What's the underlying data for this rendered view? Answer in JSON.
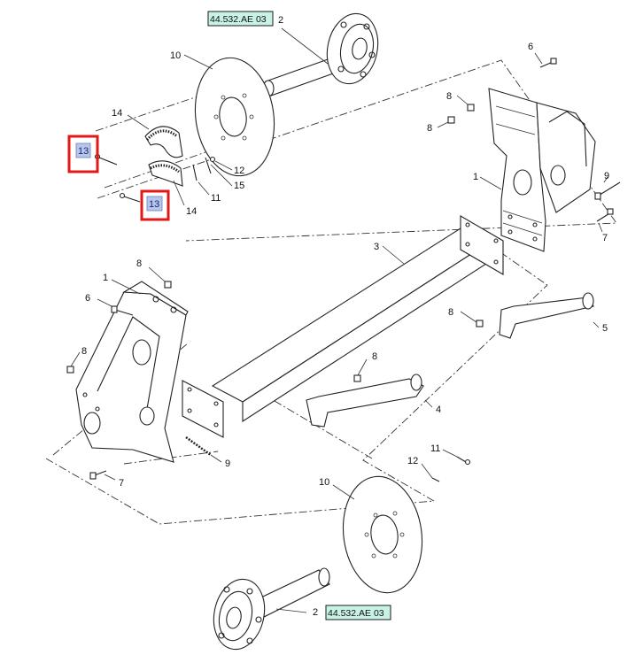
{
  "diagram": {
    "references": {
      "top": "44.532.AE 03",
      "bottom": "44.532.AE 03"
    },
    "highlighted": {
      "a": "13",
      "b": "13"
    },
    "callouts": {
      "hub_top": "2",
      "hub_bottom": "2",
      "disc_top": "10",
      "disc_bottom": "10",
      "ring_upper": "14",
      "ring_lower": "14",
      "screw_12_top": "12",
      "screw_15": "15",
      "screw_11_top": "11",
      "bolt_6_right": "6",
      "nut_8_r1": "8",
      "nut_8_r2": "8",
      "bracket_1_right": "1",
      "bolt_9_right": "9",
      "bolt_7_right": "7",
      "axle_3": "3",
      "nut_8_left_top": "8",
      "bracket_1_left": "1",
      "bolt_6_left": "6",
      "nut_8_left": "8",
      "bolt_9_left": "9",
      "bolt_7_left": "7",
      "nut_8_arm5": "8",
      "arm_5": "5",
      "nut_8_arm4": "8",
      "arm_4": "4",
      "screw_11_bottom": "11",
      "screw_12_bottom": "12"
    }
  }
}
